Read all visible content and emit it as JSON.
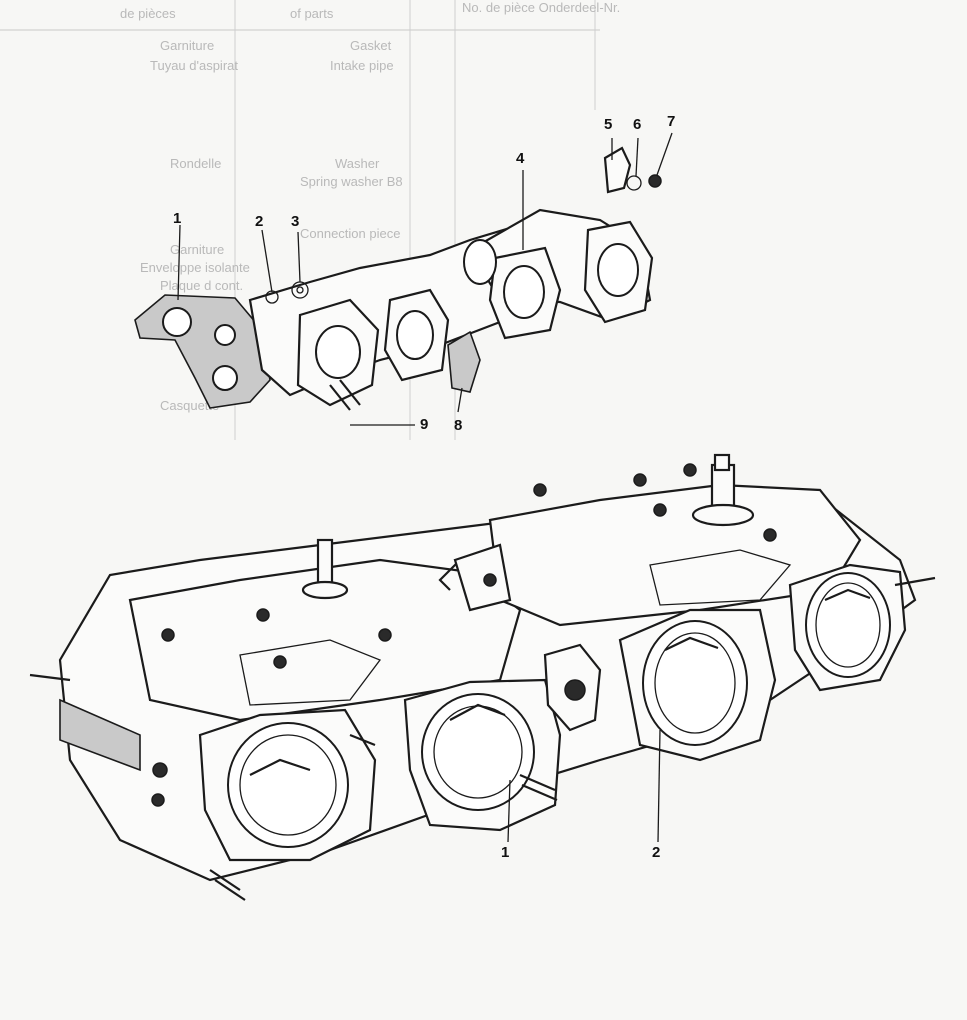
{
  "background_table": {
    "header": [
      "de pièces",
      "of parts",
      "No. de pièce Onderdeel-Nr."
    ],
    "rows_partial": [
      "Garniture",
      "Tuyau d'aspirat",
      "Gasket",
      "Intake pipe",
      "Washer",
      "Spring washer B8",
      "Connection piece",
      "Rondelle",
      "Garniture",
      "Enveloppe isolante",
      "Plaque d cont.",
      "Casquette"
    ]
  },
  "callouts_top": [
    {
      "label": "1"
    },
    {
      "label": "2"
    },
    {
      "label": "3"
    },
    {
      "label": "4"
    },
    {
      "label": "5"
    },
    {
      "label": "6"
    },
    {
      "label": "7"
    },
    {
      "label": "8"
    },
    {
      "label": "9"
    }
  ],
  "callouts_bottom": [
    {
      "label": "1"
    },
    {
      "label": "2"
    }
  ],
  "colors": {
    "ink": "#1b1b1b",
    "paper": "#f7f7f5",
    "ghost": "#b9b9b9"
  }
}
